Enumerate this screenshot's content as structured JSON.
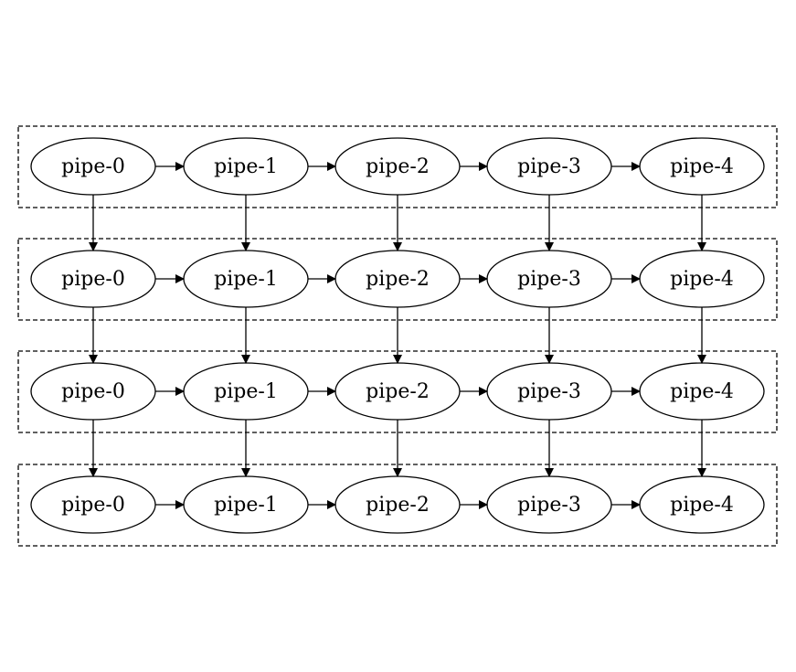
{
  "diagram": {
    "rows": [
      {
        "nodes": [
          "pipe-0",
          "pipe-1",
          "pipe-2",
          "pipe-3",
          "pipe-4"
        ]
      },
      {
        "nodes": [
          "pipe-0",
          "pipe-1",
          "pipe-2",
          "pipe-3",
          "pipe-4"
        ]
      },
      {
        "nodes": [
          "pipe-0",
          "pipe-1",
          "pipe-2",
          "pipe-3",
          "pipe-4"
        ]
      },
      {
        "nodes": [
          "pipe-0",
          "pipe-1",
          "pipe-2",
          "pipe-3",
          "pipe-4"
        ]
      }
    ],
    "colors": {
      "stroke": "#000000",
      "background": "#ffffff"
    }
  }
}
